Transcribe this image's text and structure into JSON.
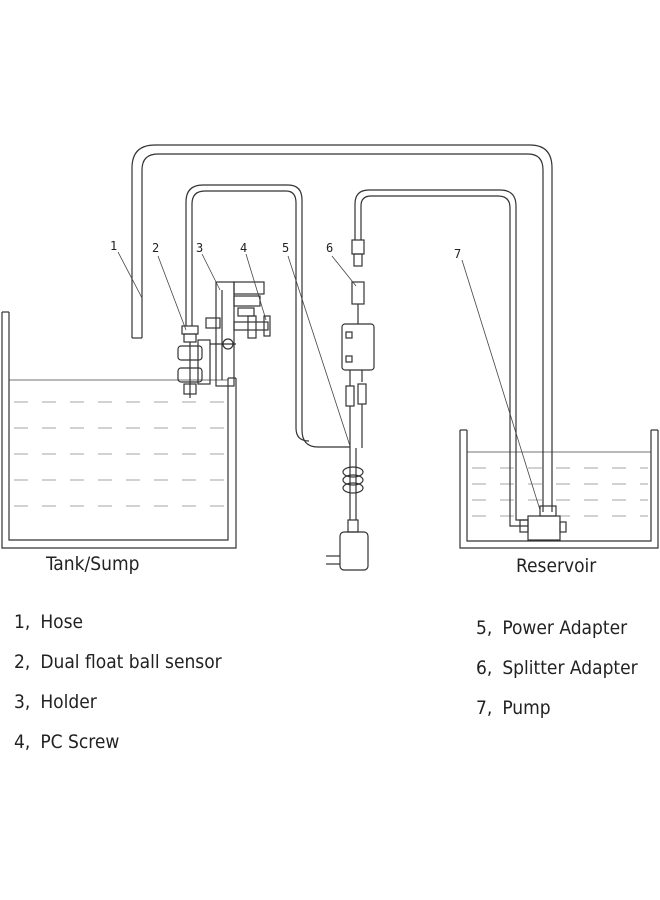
{
  "callouts": [
    "1",
    "2",
    "3",
    "4",
    "5",
    "6",
    "7"
  ],
  "captions": {
    "tank": "Tank/Sump",
    "reservoir": "Reservoir"
  },
  "legend_left": [
    {
      "num": "1,",
      "text": "Hose"
    },
    {
      "num": "2,",
      "text": "Dual float ball sensor"
    },
    {
      "num": "3,",
      "text": "Holder"
    },
    {
      "num": "4,",
      "text": "PC Screw"
    }
  ],
  "legend_right": [
    {
      "num": "5,",
      "text": "Power Adapter"
    },
    {
      "num": "6,",
      "text": "Splitter Adapter"
    },
    {
      "num": "7,",
      "text": "Pump"
    }
  ]
}
